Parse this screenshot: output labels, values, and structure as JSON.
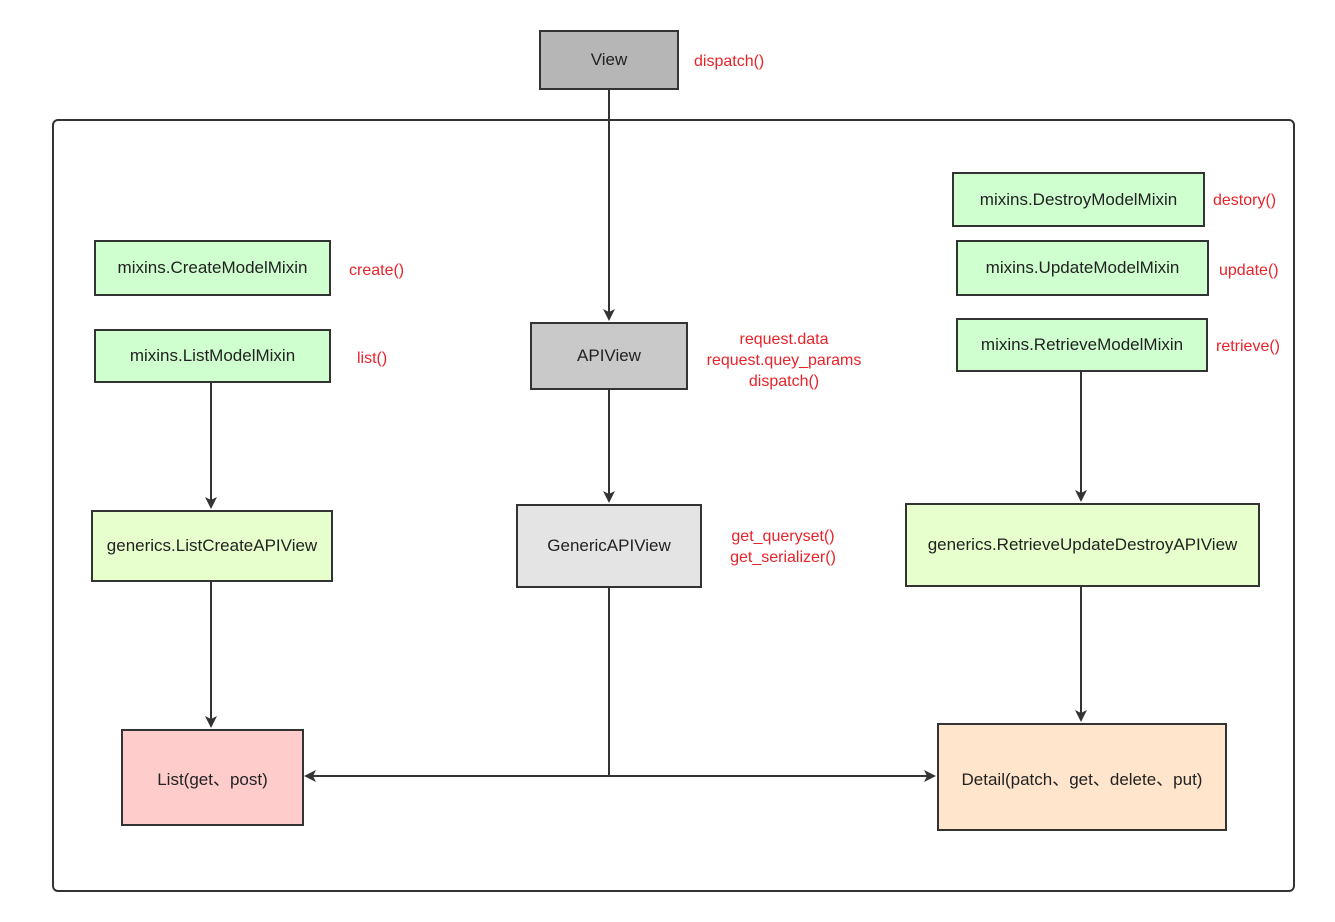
{
  "colors": {
    "gray_dark": "#b6b6b6",
    "gray_mid": "#c9c9c9",
    "gray_light": "#e4e4e4",
    "green": "#cfffcf",
    "green_light": "#e6ffcc",
    "pink": "#ffcccc",
    "peach": "#ffe5cc",
    "note_red": "#e8232a",
    "line": "#333333"
  },
  "nodes": {
    "view": "View",
    "apiview": "APIView",
    "genericapiview": "GenericAPIView",
    "create_mixin": "mixins.CreateModelMixin",
    "list_mixin": "mixins.ListModelMixin",
    "list_create_view": "generics.ListCreateAPIView",
    "list_box": "List(get、post)",
    "destroy_mixin": "mixins.DestroyModelMixin",
    "update_mixin": "mixins.UpdateModelMixin",
    "retrieve_mixin": "mixins.RetrieveModelMixin",
    "rud_view": "generics.RetrieveUpdateDestroyAPIView",
    "detail_box": "Detail(patch、get、delete、put)"
  },
  "notes": {
    "view_dispatch": "dispatch()",
    "create": "create()",
    "list": "list()",
    "api_request_data": "request.data",
    "api_query_params": "request.quey_params",
    "api_dispatch": "dispatch()",
    "get_queryset": "get_queryset()",
    "get_serializer": "get_serializer()",
    "destroy": "destory()",
    "update": "update()",
    "retrieve": "retrieve()"
  }
}
